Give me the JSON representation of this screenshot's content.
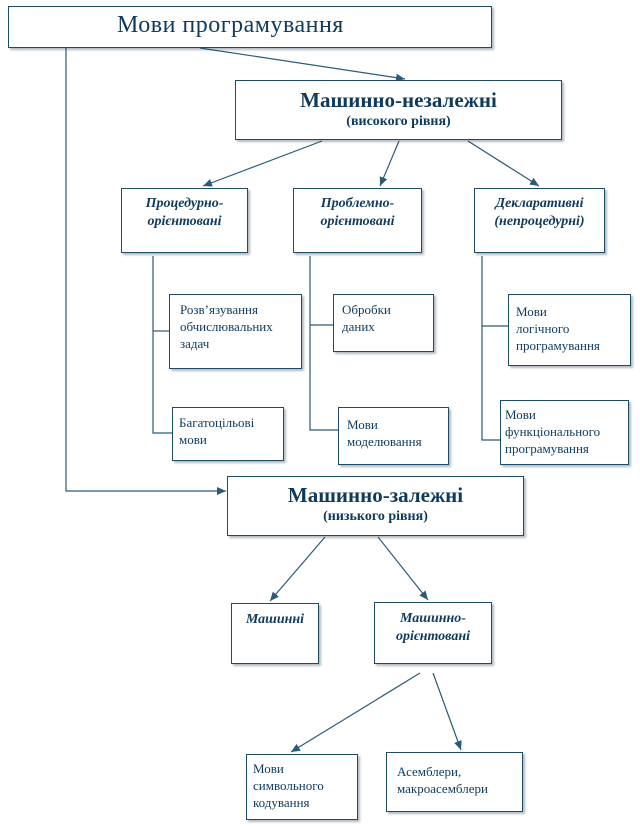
{
  "root": {
    "label": "Мови програмування"
  },
  "machine_independent": {
    "title": "Машинно-незалежні",
    "subtitle": "(високого рівня)",
    "groups": [
      {
        "line1": "Процедурно-",
        "line2": "орієнтовані",
        "children": [
          [
            "Розв’язування",
            "обчислювальних",
            "задач"
          ],
          [
            "Багатоцільові",
            "мови"
          ]
        ]
      },
      {
        "line1": "Проблемно-",
        "line2": "орієнтовані",
        "children": [
          [
            "Обробки",
            "даних"
          ],
          [
            "Мови",
            "моделювання"
          ]
        ]
      },
      {
        "line1": "Декларативні",
        "line2": "(непроцедурні)",
        "children": [
          [
            "Мови",
            "логічного",
            "програмування"
          ],
          [
            "Мови",
            "функціонального",
            "програмування"
          ]
        ]
      }
    ]
  },
  "machine_dependent": {
    "title": "Машинно-залежні",
    "subtitle": "(низького рівня)",
    "groups": [
      {
        "line1": "Машинні"
      },
      {
        "line1": "Машинно-",
        "line2": "орієнтовані",
        "children": [
          [
            "Мови",
            "символьного",
            "кодування"
          ],
          [
            "Асемблери,",
            "макроасемблери"
          ]
        ]
      }
    ]
  },
  "colors": {
    "text": "#0f3a5c",
    "border": "#1d4c64",
    "connector": "#2b5a78"
  }
}
